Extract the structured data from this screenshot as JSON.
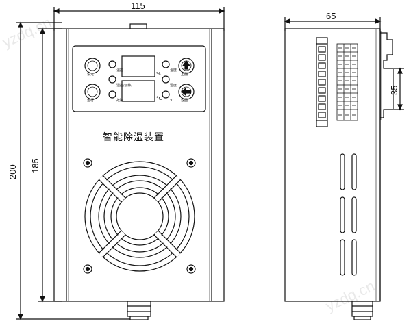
{
  "dimensions": {
    "front_width": "115",
    "front_height_outer": "200",
    "front_height_inner": "185",
    "side_depth": "65",
    "mount_height": "35"
  },
  "device_label": "智能除湿装置",
  "panel_labels": {
    "left_top": "设定",
    "left_bottom": "运行",
    "right_top": "上翻",
    "right_bottom": "返回",
    "led_labels": [
      "温控",
      "湿控/加热",
      "故障",
      "温度",
      "湿度",
      "℃"
    ],
    "display_unit_top": "%",
    "display_unit_bottom": "°C"
  },
  "watermarks": [
    "yzdq.cn",
    "yzdq.cn"
  ],
  "colors": {
    "line": "#111111",
    "background": "#ffffff"
  },
  "icons": [
    "fan-icon",
    "screw-icon",
    "button-icon",
    "terminal-block-icon",
    "vent-slot-icon"
  ]
}
